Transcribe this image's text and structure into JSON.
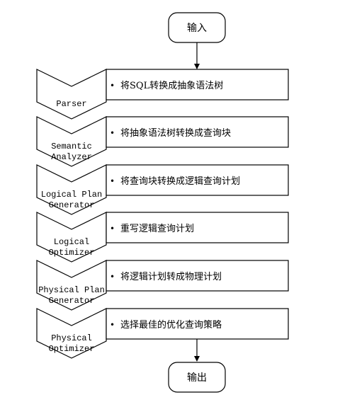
{
  "start": {
    "label": "输入"
  },
  "end": {
    "label": "输出"
  },
  "stages": [
    {
      "lines": [
        "Parser"
      ],
      "description": "将SQL转换成抽象语法树"
    },
    {
      "lines": [
        "Semantic",
        "Analyzer"
      ],
      "description": "将抽象语法树转换成查询块"
    },
    {
      "lines": [
        "Logical Plan",
        "Generator"
      ],
      "description": "将查询块转换成逻辑查询计划"
    },
    {
      "lines": [
        "Logical",
        "Optimizer"
      ],
      "description": "重写逻辑查询计划"
    },
    {
      "lines": [
        "Physical Plan",
        "Generator"
      ],
      "description": "将逻辑计划转成物理计划"
    },
    {
      "lines": [
        "Physical",
        "Optimizer"
      ],
      "description": "选择最佳的优化查询策略"
    }
  ],
  "bullet": "•"
}
